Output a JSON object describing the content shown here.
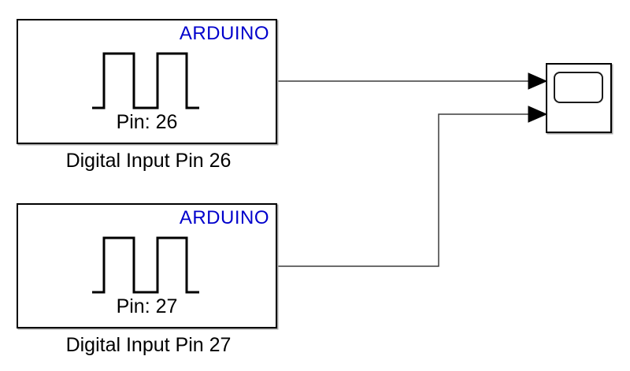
{
  "colors": {
    "background": "#ffffff",
    "arduino_blue": "#0000CC",
    "block_border": "#000000",
    "wire": "#3c3c3c",
    "arrowhead": "#000000"
  },
  "blocks": [
    {
      "vendor_label": "ARDUINO",
      "pin_label": "Pin: 26",
      "caption": "Digital Input Pin 26",
      "waveform_icon": "square-pulse-wave-icon"
    },
    {
      "vendor_label": "ARDUINO",
      "pin_label": "Pin: 27",
      "caption": "Digital Input Pin 27",
      "waveform_icon": "square-pulse-wave-icon"
    }
  ],
  "scope": {
    "screen_icon": "scope-screen-icon",
    "input_ports": 2
  },
  "wires": [
    {
      "from": "Digital Input Pin 26",
      "to": "Scope port 1"
    },
    {
      "from": "Digital Input Pin 27",
      "to": "Scope port 2"
    }
  ]
}
